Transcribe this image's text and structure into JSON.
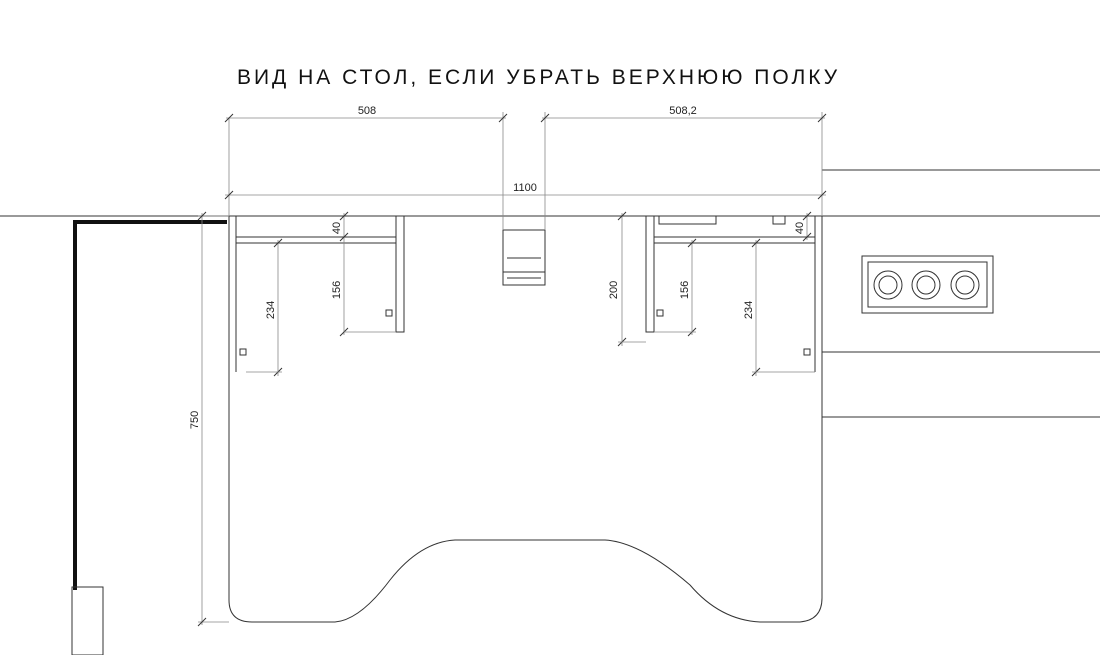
{
  "title": "ВИД НА СТОЛ, ЕСЛИ УБРАТЬ ВЕРХНЮЮ ПОЛКУ",
  "dimensions": {
    "left_width": "508",
    "right_width": "508,2",
    "total_width": "1100",
    "depth": "750",
    "left_outer_rail": "234",
    "left_inner_rail": "156",
    "left_shelf_gap": "40",
    "center_rail": "200",
    "right_inner_rail": "156",
    "right_outer_rail": "234",
    "right_shelf_gap": "40"
  }
}
